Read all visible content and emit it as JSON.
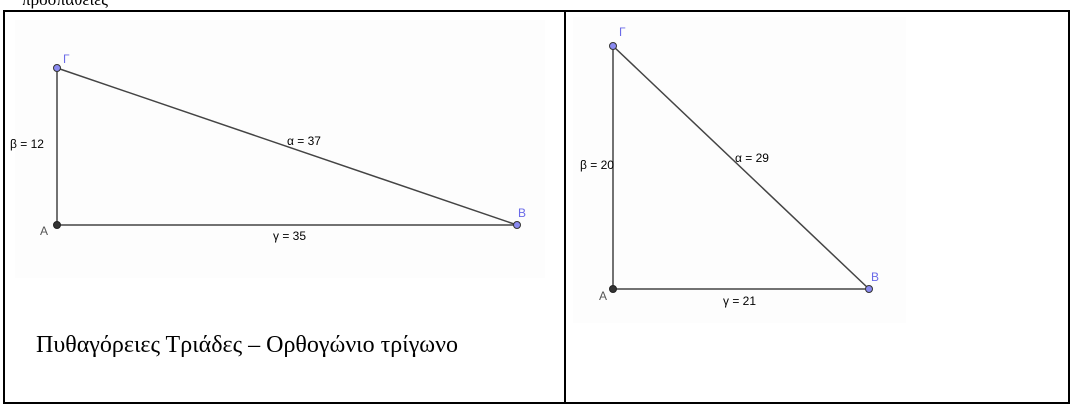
{
  "header_fragment": "προσπάθειες",
  "caption": "Πυθαγόρειες Τριάδες – Ορθογώνιο τρίγωνο",
  "colors": {
    "vertex_label": "#6a6ae8",
    "segment": "#444444",
    "point_fill": "#8a8af0",
    "vertex_a_fill": "#333333"
  },
  "triangle_1": {
    "vertex_a": "A",
    "vertex_b": "B",
    "vertex_c": "Γ",
    "side_beta": "β = 12",
    "side_alpha": "α = 37",
    "side_gamma": "γ = 35"
  },
  "triangle_2": {
    "vertex_a": "A",
    "vertex_b": "B",
    "vertex_c": "Γ",
    "side_beta": "β = 20",
    "side_alpha": "α = 29",
    "side_gamma": "γ = 21"
  }
}
